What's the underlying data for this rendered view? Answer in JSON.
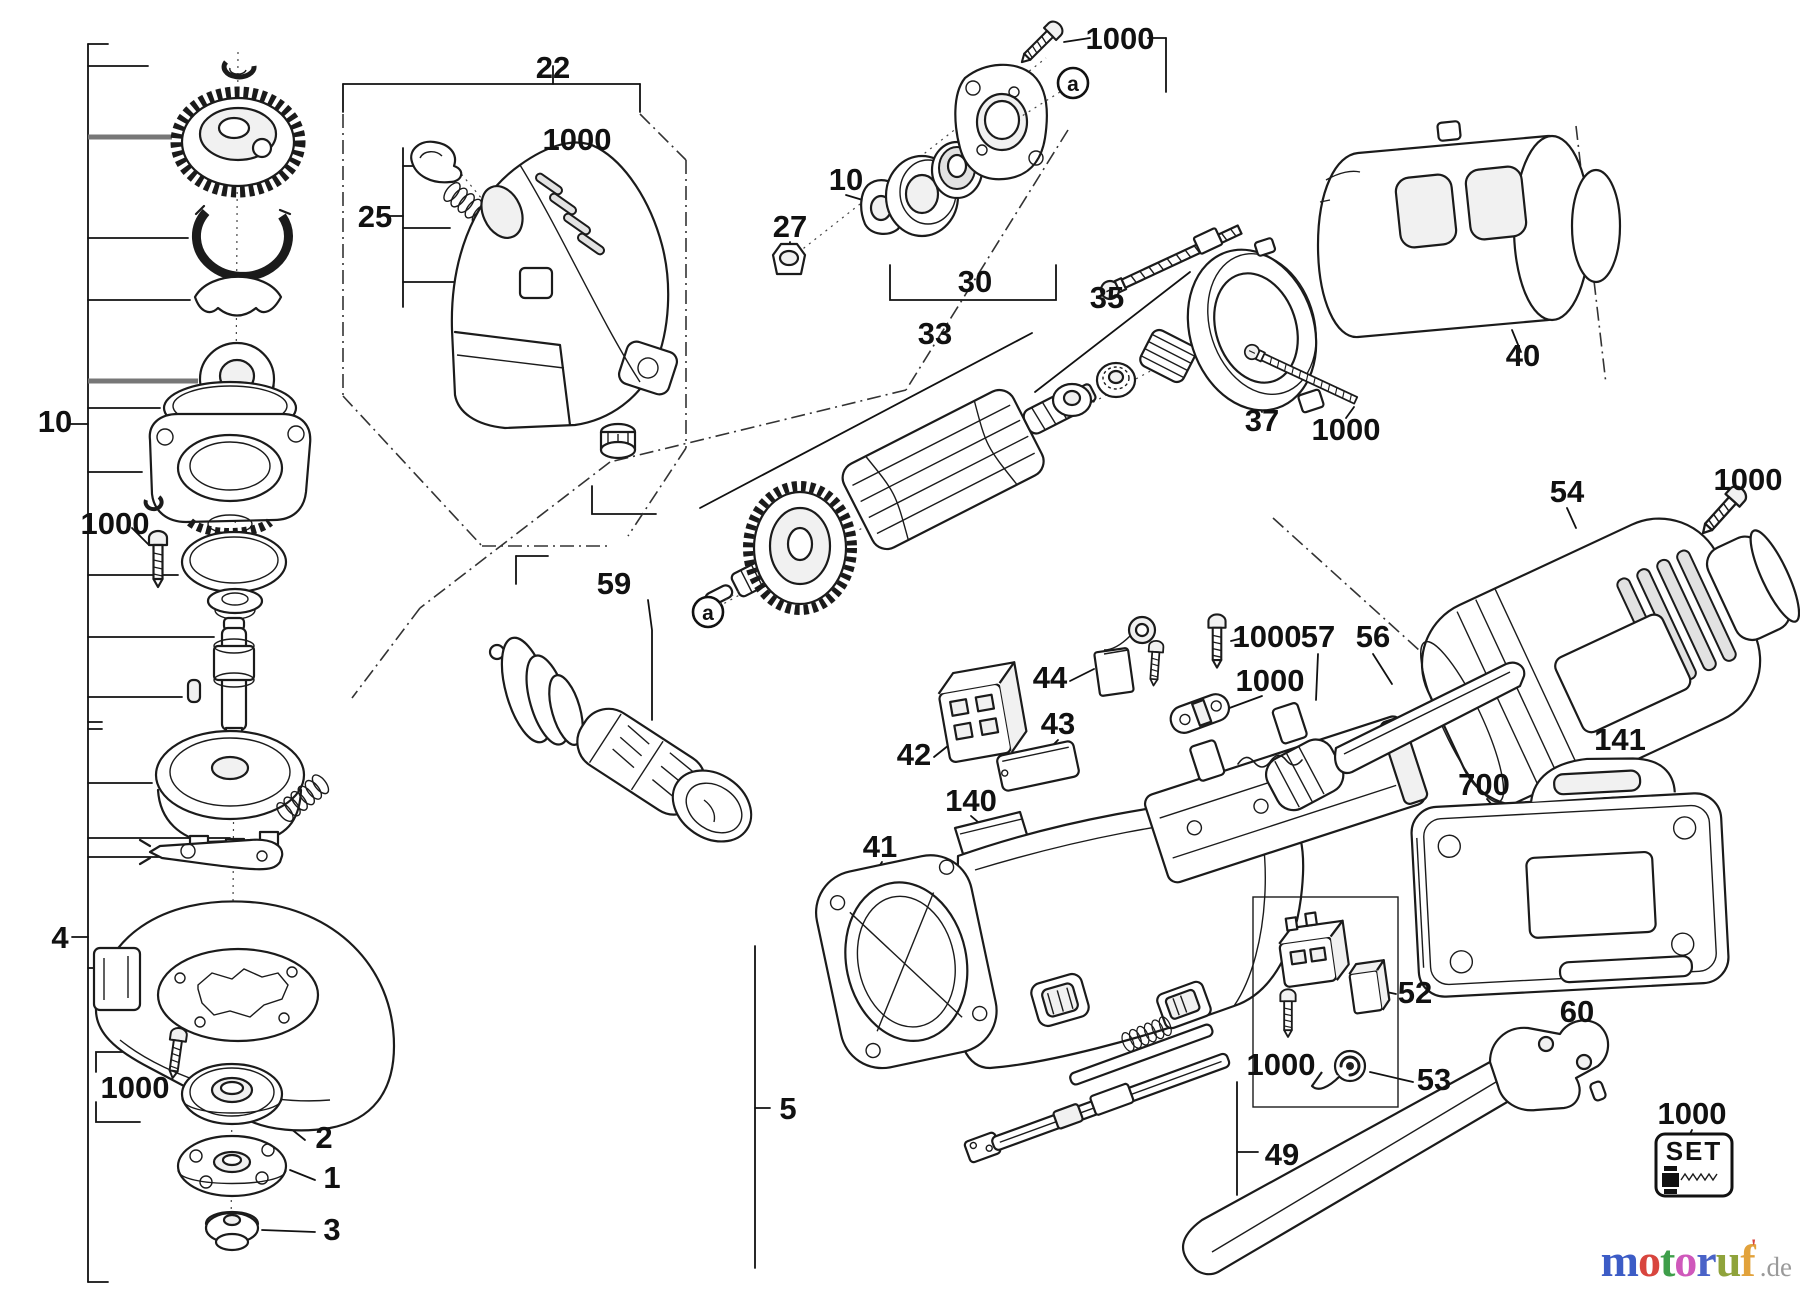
{
  "callouts": [
    {
      "id": "22",
      "text": "22"
    },
    {
      "id": "1000-gear-housing-screw",
      "text": "1000"
    },
    {
      "id": "25",
      "text": "25"
    },
    {
      "id": "10-left-group",
      "text": "10"
    },
    {
      "id": "1000-flange-screw",
      "text": "1000"
    },
    {
      "id": "4",
      "text": "4"
    },
    {
      "id": "1000-guard-screw",
      "text": "1000"
    },
    {
      "id": "2",
      "text": "2"
    },
    {
      "id": "1",
      "text": "1"
    },
    {
      "id": "3",
      "text": "3"
    },
    {
      "id": "5",
      "text": "5"
    },
    {
      "id": "27",
      "text": "27"
    },
    {
      "id": "10-damper",
      "text": "10"
    },
    {
      "id": "30",
      "text": "30"
    },
    {
      "id": "a-top",
      "text": "a"
    },
    {
      "id": "1000-bearing-plate-screw",
      "text": "1000"
    },
    {
      "id": "33",
      "text": "33"
    },
    {
      "id": "35",
      "text": "35"
    },
    {
      "id": "37",
      "text": "37"
    },
    {
      "id": "1000-housing-screw",
      "text": "1000"
    },
    {
      "id": "40",
      "text": "40"
    },
    {
      "id": "54",
      "text": "54"
    },
    {
      "id": "1000-cap-screw",
      "text": "1000"
    },
    {
      "id": "1000-chassis-screw",
      "text": "1000"
    },
    {
      "id": "57",
      "text": "57"
    },
    {
      "id": "56",
      "text": "56"
    },
    {
      "id": "1000-cord-clamp",
      "text": "1000"
    },
    {
      "id": "44",
      "text": "44"
    },
    {
      "id": "43",
      "text": "43"
    },
    {
      "id": "42",
      "text": "42"
    },
    {
      "id": "140",
      "text": "140"
    },
    {
      "id": "41",
      "text": "41"
    },
    {
      "id": "a-mid",
      "text": "a"
    },
    {
      "id": "59",
      "text": "59"
    },
    {
      "id": "141",
      "text": "141"
    },
    {
      "id": "700",
      "text": "700"
    },
    {
      "id": "1000-switch-screw",
      "text": "1000"
    },
    {
      "id": "52",
      "text": "52"
    },
    {
      "id": "53",
      "text": "53"
    },
    {
      "id": "49",
      "text": "49"
    },
    {
      "id": "60",
      "text": "60"
    },
    {
      "id": "1000-set",
      "text": "1000"
    }
  ],
  "badges": {
    "set": {
      "label": "SET"
    }
  },
  "watermark": {
    "letters": [
      {
        "ch": "m",
        "style": "color:#3c5cc6"
      },
      {
        "ch": "o",
        "style": "color:#d8453e"
      },
      {
        "ch": "t",
        "style": "color:#3e9e4a"
      },
      {
        "ch": "o",
        "style": "color:#cf58bb"
      },
      {
        "ch": "r",
        "style": "color:#4a63c8"
      },
      {
        "ch": "u",
        "style": "color:#8fa33b"
      },
      {
        "ch": "f",
        "style": "color:#e2a23b"
      }
    ],
    "tick": "'",
    "tick_style": "color:#d8453e",
    "tld": ".de",
    "tld_style": "color:#9a9a9a"
  },
  "colors": {
    "ink": "#1b1b1b",
    "background": "#ffffff"
  }
}
